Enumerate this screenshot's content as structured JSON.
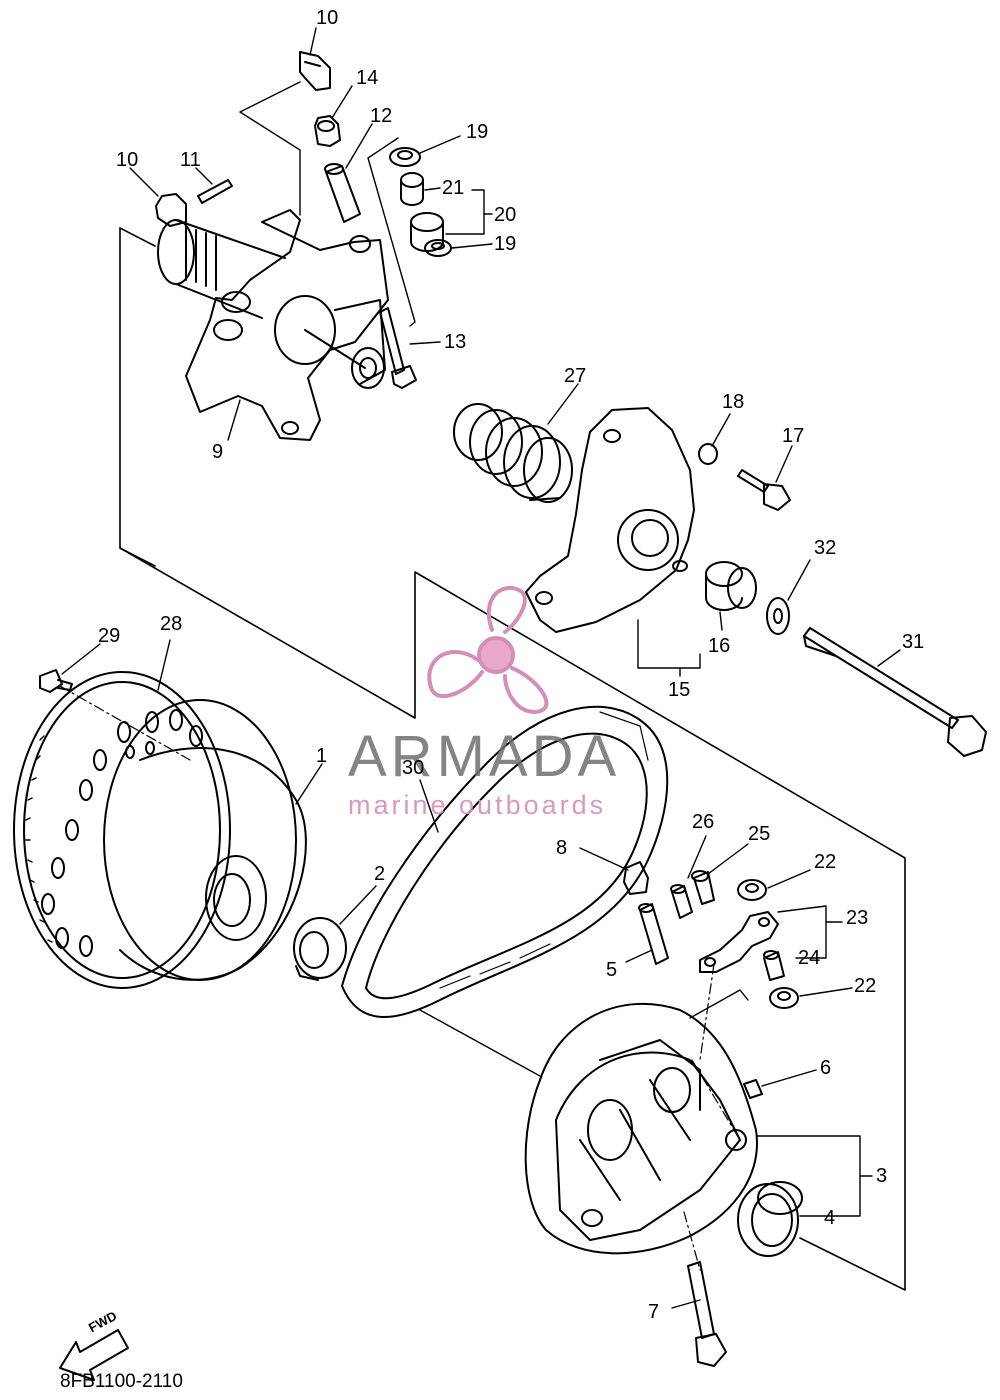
{
  "diagram": {
    "part_code": "8FB1100-2110",
    "fwd_label": "FWD",
    "callouts": {
      "c10a": "10",
      "c14": "14",
      "c12": "12",
      "c19a": "19",
      "c10b": "10",
      "c11": "11",
      "c21": "21",
      "c20": "20",
      "c19b": "19",
      "c13": "13",
      "c9": "9",
      "c27": "27",
      "c18": "18",
      "c17": "17",
      "c32": "32",
      "c16": "16",
      "c15": "15",
      "c31": "31",
      "c29": "29",
      "c28": "28",
      "c1": "1",
      "c30": "30",
      "c2": "2",
      "c8": "8",
      "c26": "26",
      "c25": "25",
      "c22a": "22",
      "c23": "23",
      "c24": "24",
      "c5": "5",
      "c22b": "22",
      "c6": "6",
      "c3": "3",
      "c4": "4",
      "c7": "7"
    }
  },
  "watermark": {
    "name": "ARMADA",
    "tagline": "marine outboards",
    "color": "#d58fb5"
  }
}
